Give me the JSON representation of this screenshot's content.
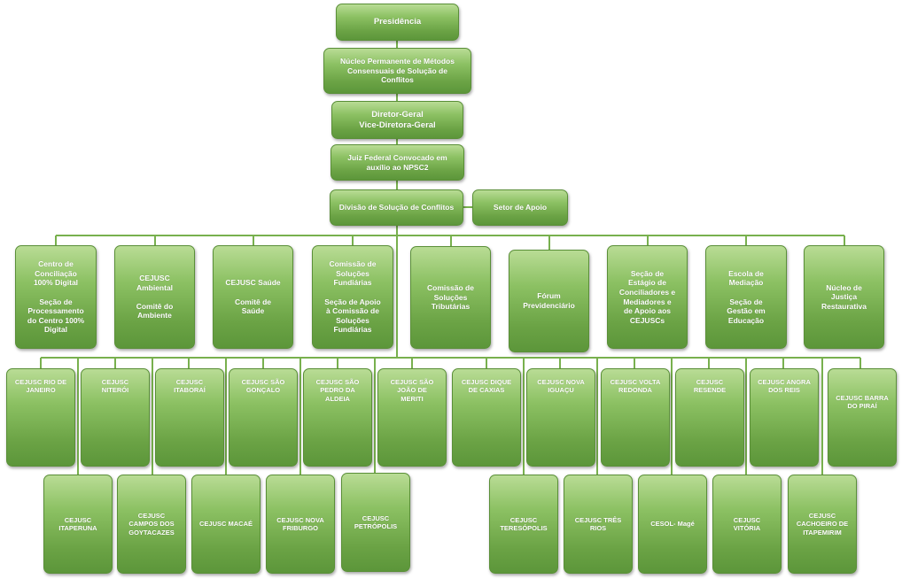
{
  "top": {
    "presidencia": "Presidência",
    "nucleo": "Núcleo Permanente de Métodos\nConsensuais de Solução de\nConflitos",
    "diretor": "Diretor-Geral\nVice-Diretora-Geral",
    "juiz": "Juiz Federal Convocado em\nauxílio ao NPSC2",
    "divisao": "Divisão de Solução de Conflitos",
    "setor_apoio": "Setor de Apoio"
  },
  "level2": [
    "Centro de\nConciliação\n100% Digital\n\nSeção de\nProcessamento\ndo Centro 100%\nDigital",
    "CEJUSC\nAmbiental\n\nComitê do\nAmbiente",
    "CEJUSC Saúde\n\nComitê de\nSaúde",
    "Comissão de\nSoluções\nFundiárias\n\nSeção de Apoio\nà Comissão de\nSoluções\nFundiárias",
    "Comissão de\nSoluções\nTributárias",
    "Fórum\nPrevidenciário",
    "Seção de\nEstágio de\nConciliadores e\nMediadores e\nde Apoio aos\nCEJUSCs",
    "Escola de\nMediação\n\nSeção de\nGestão em\nEducação",
    "Núcleo de\nJustiça\nRestaurativa"
  ],
  "level3_top": [
    "CEJUSC RIO DE\nJANEIRO",
    "CEJUSC\nNITERÓI",
    "CEJUSC\nITABORAÍ",
    "CEJUSC SÃO\nGONÇALO",
    "CEJUSC SÃO\nPEDRO DA\nALDEIA",
    "CEJUSC SÃO\nJOÃO DE\nMERITI",
    "CEJUSC  DIQUE\nDE CAXIAS",
    "CEJUSC  NOVA\nIGUAÇU",
    "CEJUSC VOLTA\nREDONDA",
    "CEJUSC\nRESENDE",
    "CEJUSC ANGRA\nDOS REIS",
    "CEJUSC BARRA\nDO PIRAÍ"
  ],
  "level3_bottom": [
    "CEJUSC\nITAPERUNA",
    "CEJUSC\nCAMPOS DOS\nGOYTACAZES",
    "CEJUSC MACAÉ",
    "CEJUSC NOVA\nFRIBURGO",
    "CEJUSC\nPETRÓPOLIS",
    "CEJUSC\nTERESÓPOLIS",
    "CEJUSC  TRÊS\nRIOS",
    "CESOL- Magé",
    "CEJUSC\nVITÓRIA",
    "CEJUSC\nCACHOEIRO DE\nITAPEMIRIM"
  ]
}
